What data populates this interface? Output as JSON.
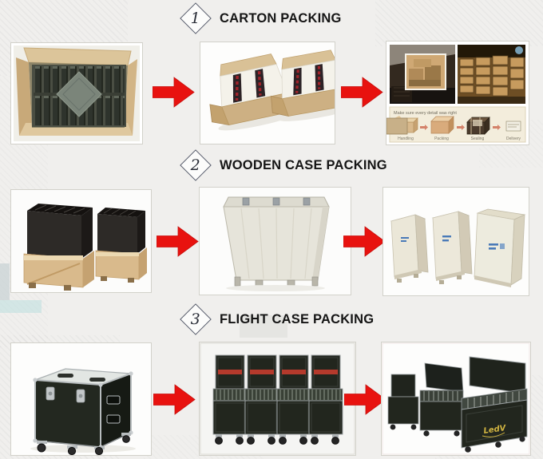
{
  "page": {
    "sections": [
      {
        "number": "1",
        "title": "CARTON PACKING"
      },
      {
        "number": "2",
        "title": "WOODEN CASE PACKING"
      },
      {
        "number": "3",
        "title": "FLIGHT CASE PACKING"
      }
    ]
  },
  "collage": {
    "caption": "Make sure every detail was right",
    "steps": [
      "Handling",
      "Packing",
      "Sealing",
      "Delivery"
    ]
  },
  "flight_case": {
    "logo": "LedV"
  },
  "colors": {
    "arrow_red": "#e8120f",
    "title_text": "#151515",
    "page_background": "#f0efed",
    "cardboard": "#cfae7c",
    "plywood": "#e6e2d4",
    "flight_case_black": "#22271f",
    "collage_strip": "#f3eddc",
    "collage_step_arrow": "#d4826a",
    "shipping_mark_blue": "#4a7ab8",
    "lid_stripe_red": "#b53a2c",
    "logo_yellow": "#d2b541"
  }
}
